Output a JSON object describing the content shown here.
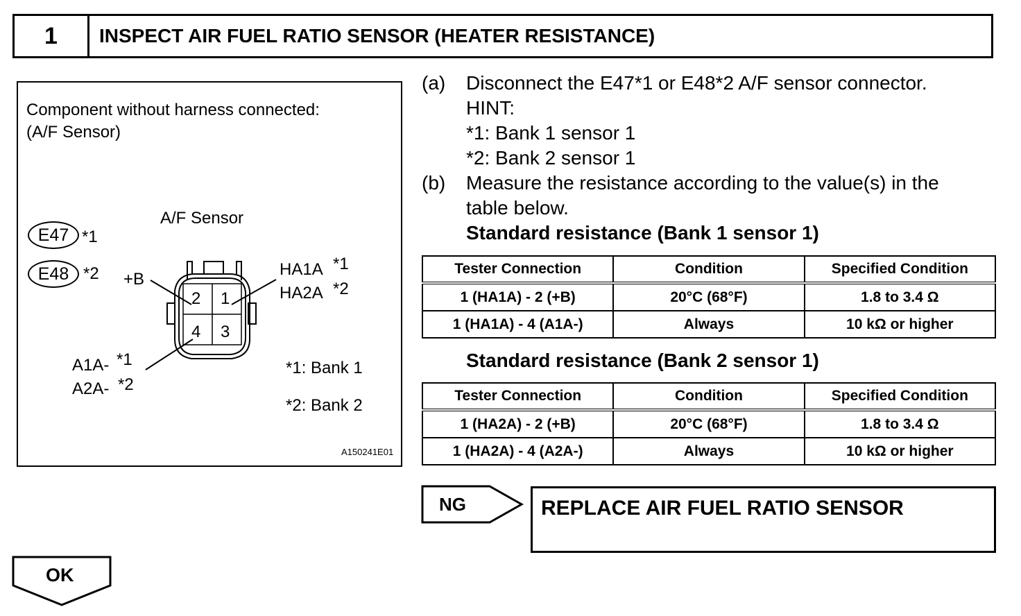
{
  "header": {
    "step_number": "1",
    "title": "INSPECT AIR FUEL RATIO SENSOR (HEATER RESISTANCE)"
  },
  "figure": {
    "caption_line1": "Component without harness connected:",
    "caption_line2": "(A/F Sensor)",
    "sensor_label": "A/F Sensor",
    "connector_e47": "E47",
    "connector_e47_note": "*1",
    "connector_e48": "E48",
    "connector_e48_note": "*2",
    "label_plus_b": "+B",
    "label_ha1a": "HA1A",
    "label_ha1a_note": "*1",
    "label_ha2a": "HA2A",
    "label_ha2a_note": "*2",
    "label_a1a": "A1A-",
    "label_a1a_note": "*1",
    "label_a2a": "A2A-",
    "label_a2a_note": "*2",
    "pins": [
      "2",
      "1",
      "4",
      "3"
    ],
    "note_bank1": "*1: Bank 1",
    "note_bank2": "*2: Bank 2",
    "figure_id": "A150241E01"
  },
  "steps": {
    "a_marker": "(a)",
    "a_text": "Disconnect the E47*1 or E48*2 A/F sensor connector.",
    "hint_label": "HINT:",
    "hint_line1": "*1: Bank 1 sensor 1",
    "hint_line2": "*2: Bank 2 sensor 1",
    "b_marker": "(b)",
    "b_text_line1": "Measure the resistance according to the value(s) in the",
    "b_text_line2": "table below."
  },
  "table1": {
    "heading": "Standard resistance (Bank 1 sensor 1)",
    "columns": [
      "Tester Connection",
      "Condition",
      "Specified Condition"
    ],
    "rows": [
      [
        "1 (HA1A) - 2 (+B)",
        "20°C (68°F)",
        "1.8 to 3.4 Ω"
      ],
      [
        "1 (HA1A) - 4 (A1A-)",
        "Always",
        "10 kΩ or higher"
      ]
    ]
  },
  "table2": {
    "heading": "Standard resistance (Bank 2 sensor 1)",
    "columns": [
      "Tester Connection",
      "Condition",
      "Specified Condition"
    ],
    "rows": [
      [
        "1 (HA2A) - 2 (+B)",
        "20°C (68°F)",
        "1.8 to 3.4 Ω"
      ],
      [
        "1 (HA2A) - 4 (A2A-)",
        "Always",
        "10 kΩ or higher"
      ]
    ]
  },
  "results": {
    "ng_label": "NG",
    "ng_action": "REPLACE AIR FUEL RATIO SENSOR",
    "ok_label": "OK"
  }
}
